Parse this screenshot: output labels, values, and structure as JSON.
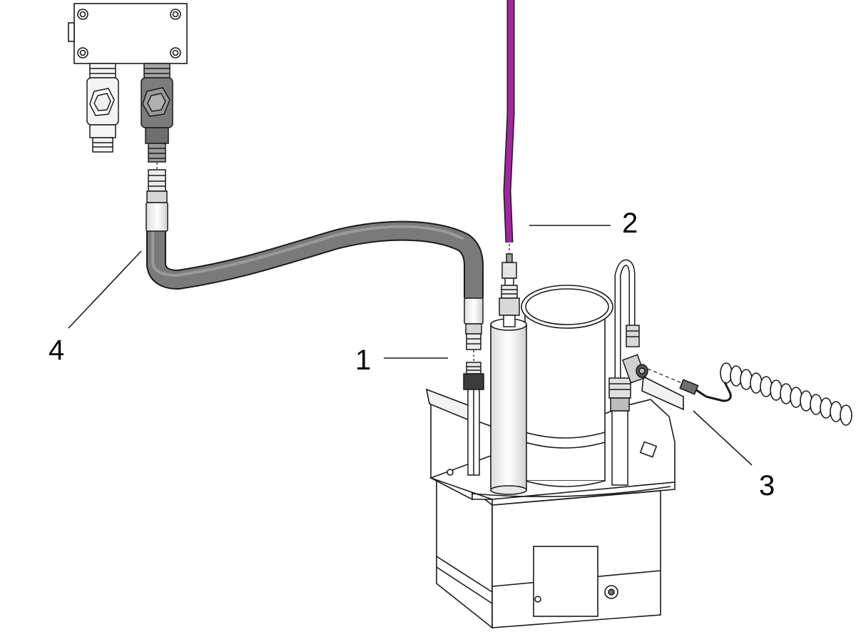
{
  "colors": {
    "background": "#ffffff",
    "line": "#1a1a1a",
    "air_hose": "#a0279f",
    "fluid_hose": "#7a7a7a",
    "dark_metal": "#8c8c8c",
    "light_metal": "#f2f2f2"
  },
  "callouts": [
    {
      "id": "callout-1",
      "label": "1"
    },
    {
      "id": "callout-2",
      "label": "2"
    },
    {
      "id": "callout-3",
      "label": "3"
    },
    {
      "id": "callout-4",
      "label": "4"
    }
  ]
}
